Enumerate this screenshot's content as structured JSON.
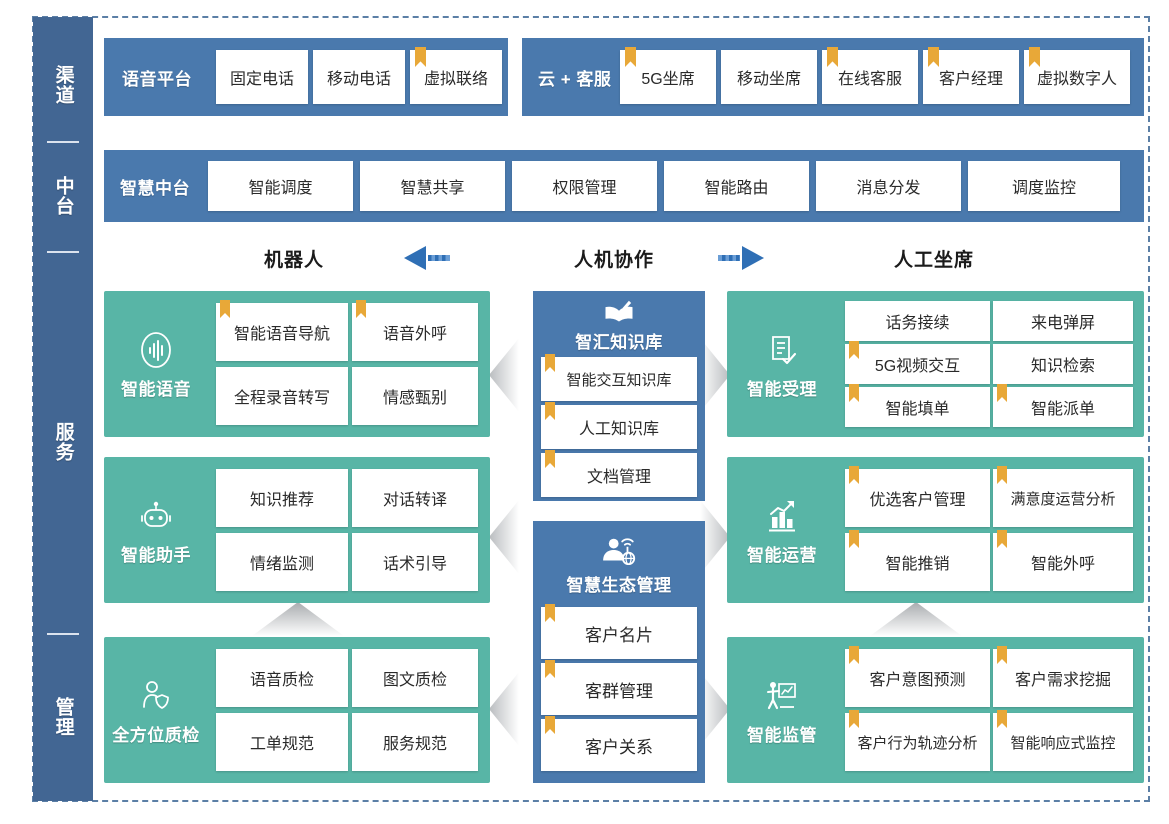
{
  "sidebar": {
    "sections": [
      {
        "label": "渠道"
      },
      {
        "label": "中台"
      },
      {
        "label": "服务"
      },
      {
        "label": "管理"
      }
    ]
  },
  "channel_row": {
    "groups": [
      {
        "label": "语音平台",
        "items": [
          {
            "label": "固定电话",
            "bookmark": false
          },
          {
            "label": "移动电话",
            "bookmark": false
          },
          {
            "label": "虚拟联络",
            "bookmark": true
          }
        ]
      },
      {
        "label": "云 + 客服",
        "items": [
          {
            "label": "5G坐席",
            "bookmark": true
          },
          {
            "label": "移动坐席",
            "bookmark": false
          },
          {
            "label": "在线客服",
            "bookmark": true
          },
          {
            "label": "客户经理",
            "bookmark": true
          },
          {
            "label": "虚拟数字人",
            "bookmark": true
          }
        ]
      }
    ]
  },
  "platform_row": {
    "label": "智慧中台",
    "items": [
      {
        "label": "智能调度"
      },
      {
        "label": "智慧共享"
      },
      {
        "label": "权限管理"
      },
      {
        "label": "智能路由"
      },
      {
        "label": "消息分发"
      },
      {
        "label": "调度监控"
      }
    ]
  },
  "collaboration": {
    "left_label": "机器人",
    "center_label": "人机协作",
    "right_label": "人工坐席",
    "left_arrow_icon": "arrow-left-icon",
    "right_arrow_icon": "arrow-right-icon"
  },
  "left_column": {
    "panels": [
      {
        "name": "智能语音",
        "icon": "voice-wave-icon",
        "cells": [
          {
            "label": "智能语音导航",
            "bookmark": true
          },
          {
            "label": "语音外呼",
            "bookmark": true
          },
          {
            "label": "全程录音转写",
            "bookmark": false
          },
          {
            "label": "情感甄别",
            "bookmark": false
          }
        ]
      },
      {
        "name": "智能助手",
        "icon": "robot-icon",
        "cells": [
          {
            "label": "知识推荐",
            "bookmark": false
          },
          {
            "label": "对话转译",
            "bookmark": false
          },
          {
            "label": "情绪监测",
            "bookmark": false
          },
          {
            "label": "话术引导",
            "bookmark": false
          }
        ]
      },
      {
        "name": "全方位质检",
        "icon": "person-shield-icon",
        "cells": [
          {
            "label": "语音质检",
            "bookmark": false
          },
          {
            "label": "图文质检",
            "bookmark": false
          },
          {
            "label": "工单规范",
            "bookmark": false
          },
          {
            "label": "服务规范",
            "bookmark": false
          }
        ]
      }
    ]
  },
  "center_column": {
    "stacks": [
      {
        "name": "智汇知识库",
        "icon": "open-book-pen-icon",
        "cells": [
          {
            "label": "智能交互知识库",
            "bookmark": true
          },
          {
            "label": "人工知识库",
            "bookmark": true
          },
          {
            "label": "文档管理",
            "bookmark": true
          }
        ]
      },
      {
        "name": "智慧生态管理",
        "icon": "person-network-icon",
        "cells": [
          {
            "label": "客户名片",
            "bookmark": true
          },
          {
            "label": "客群管理",
            "bookmark": true
          },
          {
            "label": "客户关系",
            "bookmark": true
          }
        ]
      }
    ]
  },
  "right_column": {
    "panels": [
      {
        "name": "智能受理",
        "icon": "document-check-icon",
        "cells": [
          {
            "label": "话务接续",
            "bookmark": false
          },
          {
            "label": "来电弹屏",
            "bookmark": false
          },
          {
            "label": "5G视频交互",
            "bookmark": true
          },
          {
            "label": "知识检索",
            "bookmark": false
          },
          {
            "label": "智能填单",
            "bookmark": true
          },
          {
            "label": "智能派单",
            "bookmark": true
          }
        ]
      },
      {
        "name": "智能运营",
        "icon": "bar-chart-trend-icon",
        "cells": [
          {
            "label": "优选客户管理",
            "bookmark": true
          },
          {
            "label": "满意度运营分析",
            "bookmark": true
          },
          {
            "label": "智能推销",
            "bookmark": true
          },
          {
            "label": "智能外呼",
            "bookmark": true
          }
        ]
      },
      {
        "name": "智能监管",
        "icon": "presenter-board-icon",
        "cells": [
          {
            "label": "客户意图预测",
            "bookmark": true
          },
          {
            "label": "客户需求挖掘",
            "bookmark": true
          },
          {
            "label": "客户行为轨迹分析",
            "bookmark": true
          },
          {
            "label": "智能响应式监控",
            "bookmark": true
          }
        ]
      }
    ]
  },
  "colors": {
    "sidebar_blue": "#426693",
    "band_blue": "#4a79ad",
    "panel_green": "#58b5a6",
    "bookmark_gold": "#e8a838",
    "chevron_gray": "#c9cbcd",
    "frame_dashed": "#5b7fa6"
  }
}
